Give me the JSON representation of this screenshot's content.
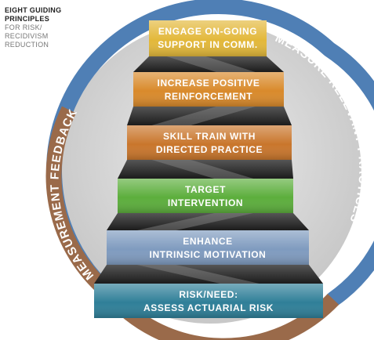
{
  "caption": {
    "title_line1": "EIGHT GUIDING",
    "title_line2": "PRINCIPLES",
    "sub_line1": "FOR RISK/",
    "sub_line2": "RECIDIVISM",
    "sub_line3": "REDUCTION"
  },
  "ring": {
    "left_label": "MEASUREMENT FEEDBACK",
    "right_label": "MEASURE RELEVANT PRACTICES"
  },
  "steps": [
    {
      "line1": "ENGAGE ON-GOING",
      "line2": "SUPPORT IN COMM.",
      "color": "#e3b83a"
    },
    {
      "line1": "INCREASE POSITIVE",
      "line2": "REINFORCEMENT",
      "color": "#d98a2b"
    },
    {
      "line1": "SKILL TRAIN WITH",
      "line2": "DIRECTED PRACTICE",
      "color": "#c9762c"
    },
    {
      "line1": "TARGET",
      "line2": "INTERVENTION",
      "color": "#5cae3c"
    },
    {
      "line1": "ENHANCE",
      "line2": "INTRINSIC MOTIVATION",
      "color": "#7f9bbf"
    },
    {
      "line1": "RISK/NEED:",
      "line2": "ASSESS ACTUARIAL RISK",
      "color": "#2f7f98"
    }
  ],
  "colors": {
    "ring_blue": "#4f7fb5",
    "ring_brown": "#9a6a4a",
    "disk_grey": "#d5d5d5",
    "fold_dark": "#2b2b2b"
  }
}
